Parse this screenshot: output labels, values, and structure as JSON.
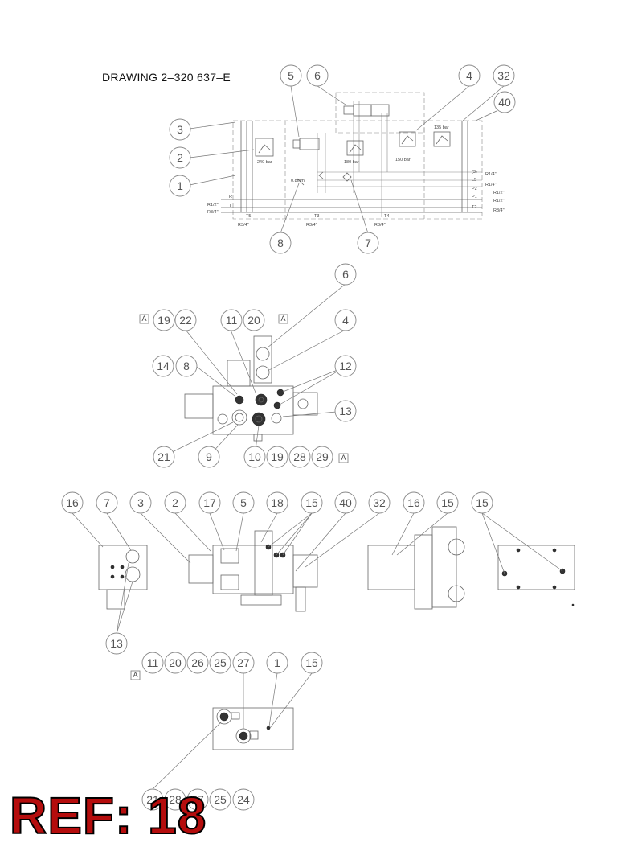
{
  "header": {
    "title": "DRAWING  2–320 637–E"
  },
  "footer": {
    "ref": "REF: 18"
  },
  "schematic_labels": {
    "relief_1": "240 bar",
    "relief_2": "180 bar",
    "relief_3": "150 bar",
    "relief_4": "135 bar",
    "orifice": "0.8mm",
    "ports": [
      "(3)",
      "L5",
      "P2",
      "P1",
      "T2",
      "R",
      "T",
      "T5",
      "T3",
      "T4"
    ],
    "threads": [
      "R1/4\"",
      "R1/4\"",
      "R1/2\"",
      "R1/2\"",
      "R3/4\"",
      "R1/2\"",
      "R3/4\"",
      "R3/4\"",
      "R3/4\"",
      "R3/4\""
    ]
  },
  "callouts": {
    "schematic": [
      "5",
      "6",
      "4",
      "32",
      "40",
      "3",
      "2",
      "1",
      "8",
      "7"
    ],
    "top_view": [
      "19",
      "22",
      "11",
      "20",
      "6",
      "4",
      "14",
      "8",
      "12",
      "13",
      "21",
      "9",
      "10",
      "19",
      "28",
      "29"
    ],
    "side_views": [
      "16",
      "7",
      "3",
      "2",
      "17",
      "5",
      "18",
      "15",
      "40",
      "32",
      "16",
      "15",
      "15",
      "13"
    ],
    "bottom_view": [
      "11",
      "20",
      "26",
      "25",
      "27",
      "1",
      "15",
      "21",
      "28",
      "27",
      "25",
      "24"
    ]
  },
  "section_marks": [
    "A",
    "A",
    "A",
    "A"
  ]
}
